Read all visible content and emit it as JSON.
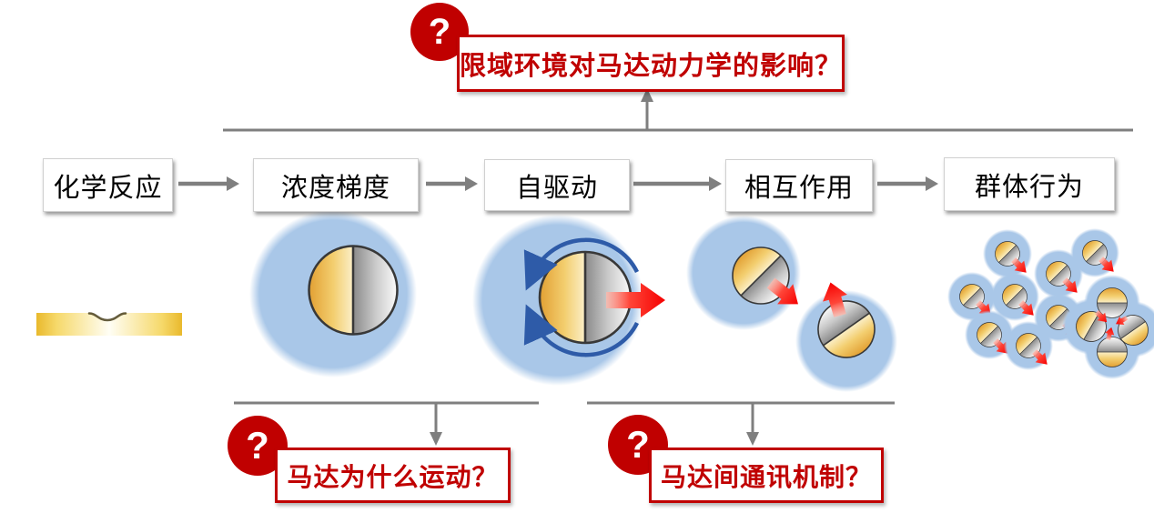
{
  "diagram_title": "micromotor-concept-flow",
  "colors": {
    "accent_red": "#C00000",
    "motion_arrow_red": "#FF0000",
    "line_gray": "#7F7F7F",
    "droplet_blue": "#A9C7E8",
    "janus_gold": "#E8A93C",
    "janus_silver": "#9C9C9C",
    "rotation_arrow_blue": "#2E5BA8",
    "box_text": "#000000"
  },
  "flow": {
    "steps": [
      {
        "label": "化学反应",
        "illustration": "gold-film"
      },
      {
        "label": "浓度梯度",
        "illustration": "janus-particle-in-droplet"
      },
      {
        "label": "自驱动",
        "illustration": "self-propelled-janus-particle"
      },
      {
        "label": "相互作用",
        "illustration": "two-interacting-janus-particles"
      },
      {
        "label": "群体行为",
        "illustration": "janus-particle-swarm"
      }
    ]
  },
  "questions": {
    "top": {
      "badge": "?",
      "text": "限域环境对马达动力学的影响？"
    },
    "bottom_left": {
      "badge": "?",
      "text": "马达为什么运动？"
    },
    "bottom_right": {
      "badge": "?",
      "text": "马达间通讯机制？"
    }
  }
}
